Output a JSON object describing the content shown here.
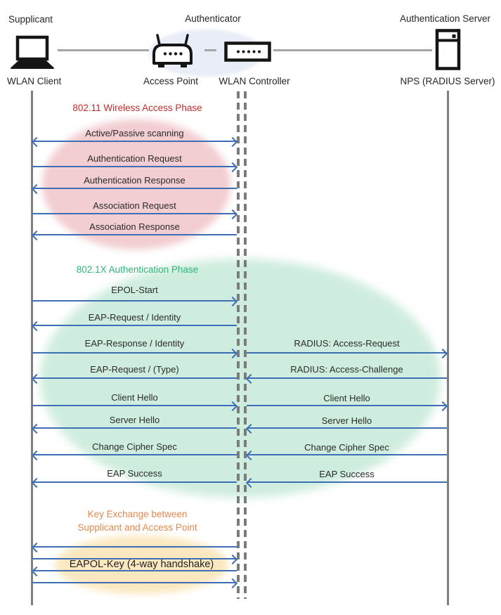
{
  "header": {
    "roles": [
      {
        "label": "Supplicant"
      },
      {
        "label": "Authenticator"
      },
      {
        "label": "Authentication Server"
      }
    ],
    "nodes": [
      {
        "label": "WLAN Client",
        "icon": "laptop-icon"
      },
      {
        "label": "Access Point",
        "icon": "access-point-icon"
      },
      {
        "label": "WLAN Controller",
        "icon": "wlan-controller-icon"
      },
      {
        "label": "NPS (RADIUS Server)",
        "icon": "server-icon"
      }
    ]
  },
  "phases": [
    {
      "title": "802.11 Wireless Access Phase",
      "title_color": "#C02B2B",
      "ellipse_color": "#F2CDD1",
      "messages": [
        {
          "label": "Active/Passive scanning",
          "direction": "both",
          "lane": "client-controller"
        },
        {
          "label": "Authentication Request",
          "direction": "right",
          "lane": "client-controller"
        },
        {
          "label": "Authentication Response",
          "direction": "left",
          "lane": "client-controller"
        },
        {
          "label": "Association Request",
          "direction": "right",
          "lane": "client-controller"
        },
        {
          "label": "Association Response",
          "direction": "left",
          "lane": "client-controller"
        }
      ]
    },
    {
      "title": "802.1X Authentication Phase",
      "title_color": "#2FB579",
      "ellipse_color": "#CFEDDE",
      "messages": [
        {
          "label": "EPOL-Start",
          "direction": "right",
          "lane": "client-controller"
        },
        {
          "label": "EAP-Request / Identity",
          "direction": "left",
          "lane": "client-controller"
        },
        {
          "label": "EAP-Response / Identity",
          "direction": "right",
          "lane": "client-controller"
        },
        {
          "label": "RADIUS: Access-Request",
          "direction": "right",
          "lane": "controller-server"
        },
        {
          "label": "EAP-Request / (Type)",
          "direction": "left",
          "lane": "client-controller"
        },
        {
          "label": "RADIUS: Access-Challenge",
          "direction": "left",
          "lane": "controller-server"
        },
        {
          "label": "Client Hello",
          "direction": "right",
          "lane": "client-controller"
        },
        {
          "label": "Client Hello",
          "direction": "right",
          "lane": "controller-server"
        },
        {
          "label": "Server Hello",
          "direction": "left",
          "lane": "client-controller"
        },
        {
          "label": "Server Hello",
          "direction": "left",
          "lane": "controller-server"
        },
        {
          "label": "Change Cipher Spec",
          "direction": "left",
          "lane": "client-controller"
        },
        {
          "label": "Change Cipher Spec",
          "direction": "left",
          "lane": "controller-server"
        },
        {
          "label": "EAP Success",
          "direction": "left",
          "lane": "client-controller"
        },
        {
          "label": "EAP Success",
          "direction": "left",
          "lane": "controller-server"
        }
      ]
    },
    {
      "title_line1": "Key Exchange between",
      "title_line2": "Supplicant and Access Point",
      "title_color": "#E08A4F",
      "ellipse_color": "#FBE8C0",
      "messages": [
        {
          "label": "EAPOL-Key (4-way handshake)",
          "direction": "left,right,left,right",
          "lane": "client-controller"
        }
      ]
    }
  ],
  "colors": {
    "arrow": "#3E6FB6",
    "lifeline": "#7F7F7F",
    "connector": "#A6A6A6",
    "authenticator_ellipse": "#E9EDF7"
  }
}
